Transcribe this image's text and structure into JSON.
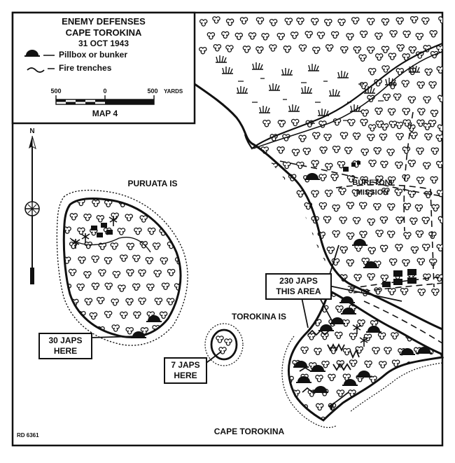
{
  "legend": {
    "title_lines": [
      "ENEMY DEFENSES",
      "CAPE TOROKINA",
      "31 OCT 1943"
    ],
    "items": [
      {
        "label": "Pillbox or bunker",
        "icon": "pillbox-icon"
      },
      {
        "label": "Fire trenches",
        "icon": "trench-icon"
      }
    ],
    "scale": {
      "left": "500",
      "mid": "0",
      "right": "500",
      "unit": "YARDS"
    },
    "map_label": "MAP 4"
  },
  "north_label": "N",
  "places": {
    "puruata": "PURUATA IS",
    "torokina_is": "TOROKINA IS",
    "buretoni": [
      "BURETONI",
      "MISSION"
    ],
    "cape": "CAPE TOROKINA"
  },
  "callouts": {
    "c1": [
      "230 JAPS",
      "THIS AREA"
    ],
    "c2": [
      "30 JAPS",
      "HERE"
    ],
    "c3": [
      "7 JAPS",
      "HERE"
    ]
  },
  "reference": "RD 6361",
  "colors": {
    "ink": "#111111",
    "paper": "#ffffff"
  }
}
